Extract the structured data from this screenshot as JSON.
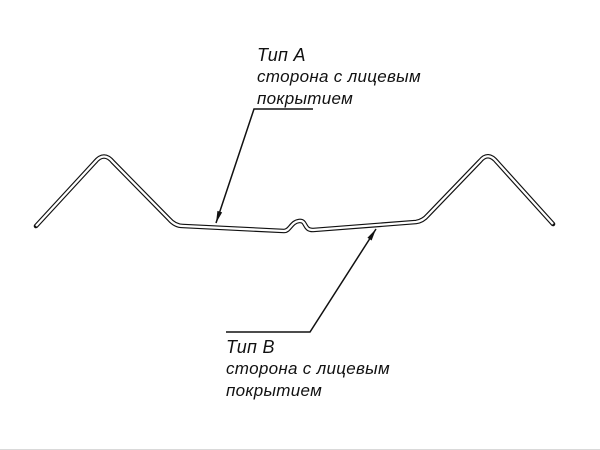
{
  "diagram": {
    "description": "Cross-section profile of a metal sheet panel with two coated-side callouts",
    "labels": {
      "top": {
        "title": "Тип А",
        "line2": "сторона с лицевым",
        "line3": "покрытием"
      },
      "bottom": {
        "title": "Тип В",
        "line2": "сторона с лицевым",
        "line3": "покрытием"
      }
    }
  },
  "colors": {
    "line": "#111111",
    "background": "#ffffff"
  }
}
